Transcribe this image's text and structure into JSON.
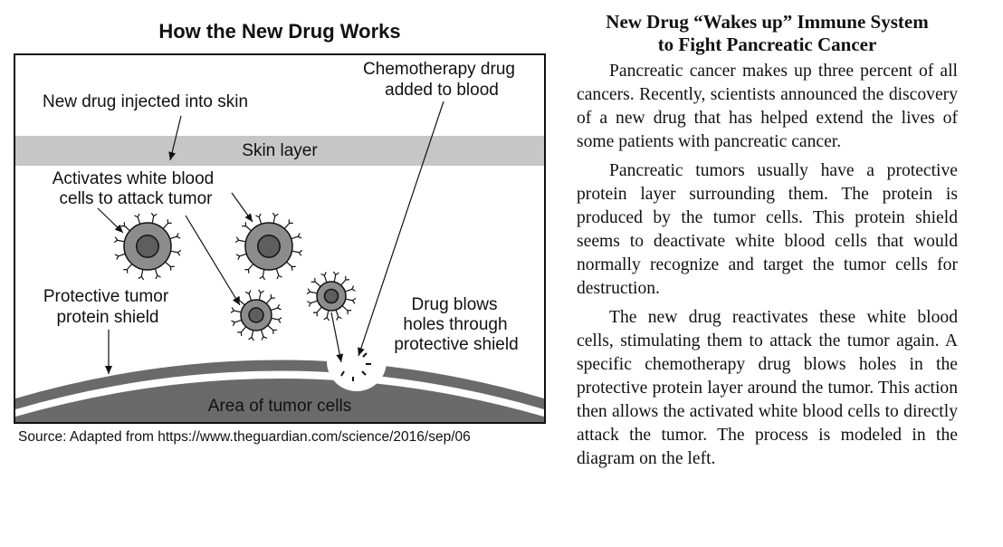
{
  "diagram": {
    "title": "How the New Drug Works",
    "labels": {
      "chemo_line1": "Chemotherapy drug",
      "chemo_line2": "added to blood",
      "injected": "New drug injected into skin",
      "skin_layer": "Skin layer",
      "activates_line1": "Activates white blood",
      "activates_line2": "cells to attack tumor",
      "shield_line1": "Protective tumor",
      "shield_line2": "protein shield",
      "blows_line1": "Drug blows",
      "blows_line2": "holes through",
      "blows_line3": "protective shield",
      "tumor_area": "Area of tumor cells"
    },
    "colors": {
      "skin": "#c6c6c6",
      "cell_outer": "#8c8c8c",
      "cell_nucleus": "#5e5e5e",
      "tumor": "#6a6a6a"
    },
    "source": "Source: Adapted from https://www.theguardian.com/science/2016/sep/06"
  },
  "article": {
    "title_line1": "New Drug “Wakes up” Immune System",
    "title_line2": "to Fight Pancreatic Cancer",
    "paragraphs": [
      "Pancreatic cancer makes up three percent of all cancers. Recently, scientists announced the discovery of a new drug that has helped extend the lives of some patients with pancreatic cancer.",
      "Pancreatic tumors usually have a protective protein layer surrounding them. The protein is produced by the tumor cells. This protein shield seems to deactivate white blood cells that would normally recognize and target the tumor cells for destruction.",
      "The new drug reactivates these white blood cells, stimulating them to attack the tumor again. A specific chemotherapy drug blows holes in the protective protein layer around the tumor. This action then allows the activated white blood cells to directly attack the tumor. The process is modeled in the diagram on the left."
    ]
  }
}
